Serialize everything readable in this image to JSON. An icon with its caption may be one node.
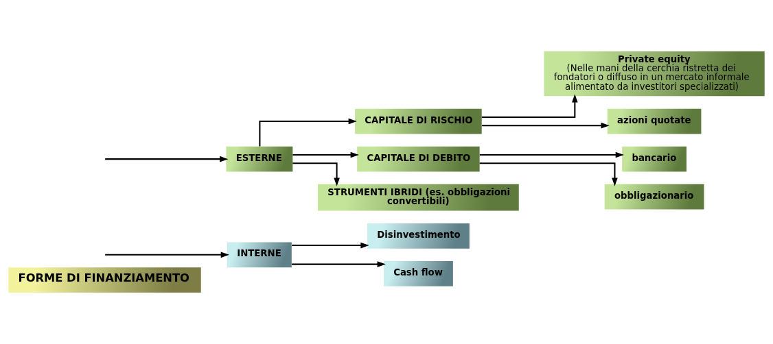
{
  "diagram": {
    "nodes": [
      {
        "text": [
          "FORME DI FINANZIAMENTO"
        ]
      },
      {
        "text": [
          "INTERNE"
        ]
      },
      {
        "text": [
          "Disinvestimento"
        ]
      },
      {
        "text": [
          "Cash flow"
        ]
      },
      {
        "text": [
          "ESTERNE"
        ]
      },
      {
        "text": [
          "CAPITALE DI RISCHIO"
        ]
      },
      {
        "text": [
          "Private equity",
          "(Nelle mani della cerchia ristretta dei fondatori o diffuso in un mercato informale alimentato da investitori specializzati)"
        ]
      },
      {
        "text": [
          "azioni quotate"
        ]
      },
      {
        "text": [
          "CAPITALE DI DEBITO"
        ]
      },
      {
        "text": [
          "bancario"
        ]
      },
      {
        "text": [
          "obbligazionario"
        ]
      },
      {
        "text": [
          "STRUMENTI IBRIDI (es. obbligazioni convertibili)"
        ]
      }
    ],
    "edges": [
      {
        "from": null,
        "to": 1,
        "arrow": "to"
      },
      {
        "from": null,
        "to": 4,
        "arrow": "to"
      },
      {
        "from": 1,
        "to": 2,
        "arrow": "to"
      },
      {
        "from": 1,
        "to": 3,
        "arrow": "to"
      },
      {
        "from": 4,
        "to": 5,
        "arrow": "to"
      },
      {
        "from": 4,
        "to": 8,
        "arrow": "to"
      },
      {
        "from": 4,
        "to": 11,
        "arrow": "to"
      },
      {
        "from": 5,
        "to": 6,
        "arrow": "to"
      },
      {
        "from": 5,
        "to": 7,
        "arrow": "to"
      },
      {
        "from": 8,
        "to": 9,
        "arrow": "to"
      },
      {
        "from": 8,
        "to": 10,
        "arrow": "to"
      }
    ]
  }
}
